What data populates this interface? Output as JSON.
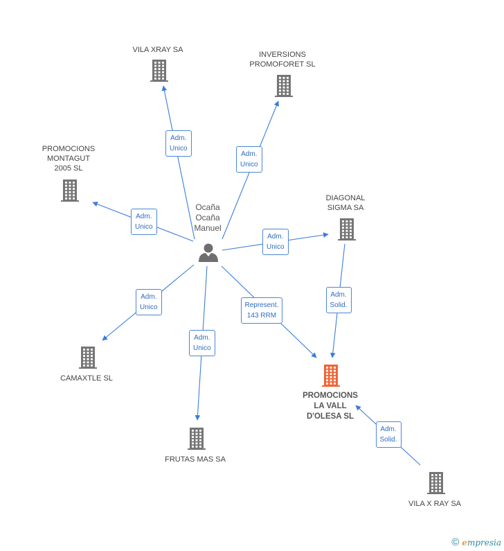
{
  "person": {
    "name": "Ocaña\nOcaña\nManuel",
    "icon": "person-icon"
  },
  "companies": [
    {
      "id": "vila-xray",
      "name": "VILA XRAY SA",
      "icon": "building-icon"
    },
    {
      "id": "inversions",
      "name": "INVERSIONS\nPROMOFORET SL",
      "icon": "building-icon"
    },
    {
      "id": "montagut",
      "name": "PROMOCIONS\nMONTAGUT\n2005 SL",
      "icon": "building-icon"
    },
    {
      "id": "diagonal",
      "name": "DIAGONAL\nSIGMA SA",
      "icon": "building-icon"
    },
    {
      "id": "camaxtle",
      "name": "CAMAXTLE SL",
      "icon": "building-icon"
    },
    {
      "id": "frutas",
      "name": "FRUTAS MAS SA",
      "icon": "building-icon"
    },
    {
      "id": "promocions-vall",
      "name": "PROMOCIONS\nLA VALL\nD'OLESA SL",
      "icon": "building-icon",
      "highlight": true
    },
    {
      "id": "vila-x-ray",
      "name": "VILA X RAY SA",
      "icon": "building-icon"
    }
  ],
  "edges": [
    {
      "from": "person",
      "to": "vila-xray",
      "label": "Adm.\nUnico"
    },
    {
      "from": "person",
      "to": "inversions",
      "label": "Adm.\nUnico"
    },
    {
      "from": "person",
      "to": "montagut",
      "label": "Adm.\nUnico"
    },
    {
      "from": "person",
      "to": "diagonal",
      "label": "Adm.\nUnico"
    },
    {
      "from": "person",
      "to": "camaxtle",
      "label": "Adm.\nUnico"
    },
    {
      "from": "person",
      "to": "frutas",
      "label": "Adm.\nUnico"
    },
    {
      "from": "person",
      "to": "promocions-vall",
      "label": "Represent.\n143 RRM"
    },
    {
      "from": "diagonal",
      "to": "promocions-vall",
      "label": "Adm.\nSolid."
    },
    {
      "from": "vila-x-ray",
      "to": "promocions-vall",
      "label": "Adm.\nSolid."
    }
  ],
  "colors": {
    "edge": "#3b7dd8",
    "building": "#757575",
    "highlight": "#f26434",
    "person": "#6e6e6e"
  },
  "watermark": {
    "symbol": "©",
    "brand_initial": "e",
    "brand_rest": "mpresia"
  }
}
